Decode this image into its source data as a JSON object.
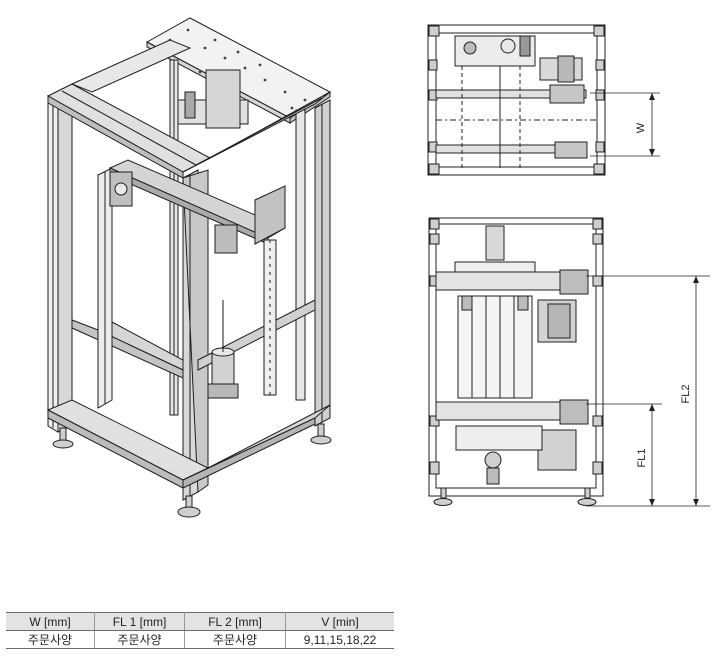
{
  "table": {
    "headers": [
      "W [mm]",
      "FL 1 [mm]",
      "FL 2 [mm]",
      "V [min]"
    ],
    "rows": [
      [
        "주문사양",
        "주문사양",
        "주문사양",
        "9,11,15,18,22"
      ]
    ]
  },
  "dimensions": {
    "width_label": "W",
    "fl1_label": "FL1",
    "fl2_label": "FL2"
  }
}
